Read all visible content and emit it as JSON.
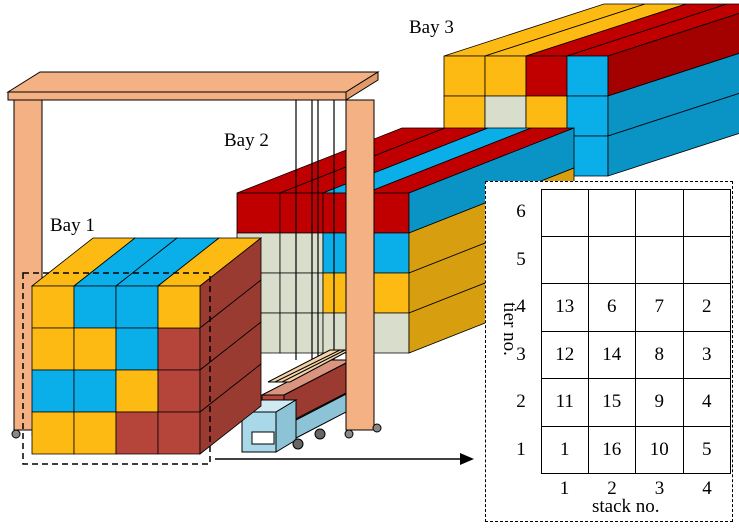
{
  "bays": [
    {
      "label": "Bay 1"
    },
    {
      "label": "Bay 2"
    },
    {
      "label": "Bay 3"
    }
  ],
  "grid": {
    "tier_title": "tier no.",
    "stack_title": "stack no.",
    "tier_labels": [
      "6",
      "5",
      "4",
      "3",
      "2",
      "1"
    ],
    "stack_labels": [
      "1",
      "2",
      "3",
      "4"
    ],
    "rows": [
      [
        "",
        "",
        "",
        ""
      ],
      [
        "",
        "",
        "",
        ""
      ],
      [
        "13",
        "6",
        "7",
        "2"
      ],
      [
        "12",
        "14",
        "8",
        "3"
      ],
      [
        "11",
        "15",
        "9",
        "4"
      ],
      [
        "1",
        "16",
        "10",
        "5"
      ]
    ]
  },
  "colors": {
    "yellow": "#FDBA12",
    "blue": "#0AAEE8",
    "red": "#C00000",
    "brown": "#B5453A",
    "gray": "#D9DDCB",
    "crane": "#F4B183",
    "truck": "#A9D8E8"
  }
}
